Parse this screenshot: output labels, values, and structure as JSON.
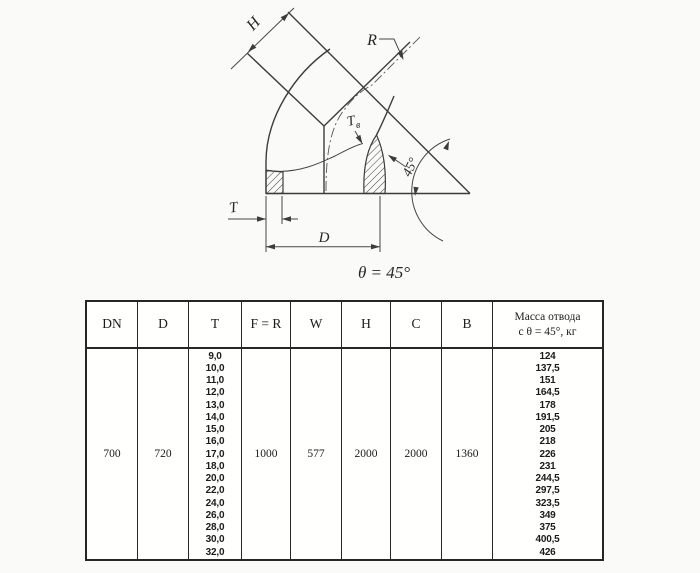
{
  "drawing": {
    "labels": {
      "h": "H",
      "r": "R",
      "t_wall_main": "T",
      "t_wall_sub": "в",
      "angle": "45°",
      "t": "T",
      "d": "D",
      "theta": "θ = 45°"
    },
    "line_color": "#3c3c3c"
  },
  "table": {
    "columns": [
      {
        "key": "dn",
        "header": "DN",
        "value": "700"
      },
      {
        "key": "d",
        "header": "D",
        "value": "720"
      },
      {
        "key": "t",
        "header": "T",
        "values": [
          "9,0",
          "10,0",
          "11,0",
          "12,0",
          "13,0",
          "14,0",
          "15,0",
          "16,0",
          "17,0",
          "18,0",
          "20,0",
          "22,0",
          "24,0",
          "26,0",
          "28,0",
          "30,0",
          "32,0"
        ]
      },
      {
        "key": "fr",
        "header": "F = R",
        "value": "1000"
      },
      {
        "key": "w",
        "header": "W",
        "value": "577"
      },
      {
        "key": "h",
        "header": "H",
        "value": "2000"
      },
      {
        "key": "c",
        "header": "C",
        "value": "2000"
      },
      {
        "key": "b",
        "header": "B",
        "value": "1360"
      },
      {
        "key": "mass",
        "header": "Масса отвода\nс θ = 45°, кг",
        "values": [
          "124",
          "137,5",
          "151",
          "164,5",
          "178",
          "191,5",
          "205",
          "218",
          "226",
          "231",
          "244,5",
          "297,5",
          "323,5",
          "349",
          "375",
          "400,5",
          "426"
        ]
      }
    ]
  }
}
